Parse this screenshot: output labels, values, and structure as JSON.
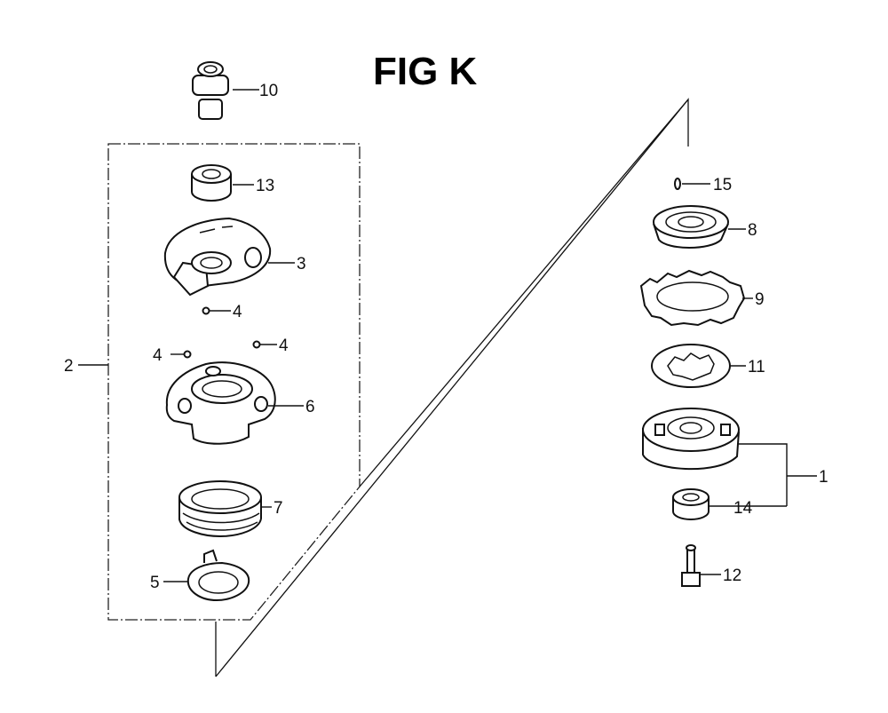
{
  "title": "FIG K",
  "callouts": {
    "p1": "1",
    "p2": "2",
    "p3": "3",
    "p4a": "4",
    "p4b": "4",
    "p4c": "4",
    "p5": "5",
    "p6": "6",
    "p7": "7",
    "p8": "8",
    "p9": "9",
    "p10": "10",
    "p11": "11",
    "p12": "12",
    "p13": "13",
    "p14": "14",
    "p15": "15"
  },
  "colors": {
    "line": "#111111",
    "background": "#ffffff"
  }
}
